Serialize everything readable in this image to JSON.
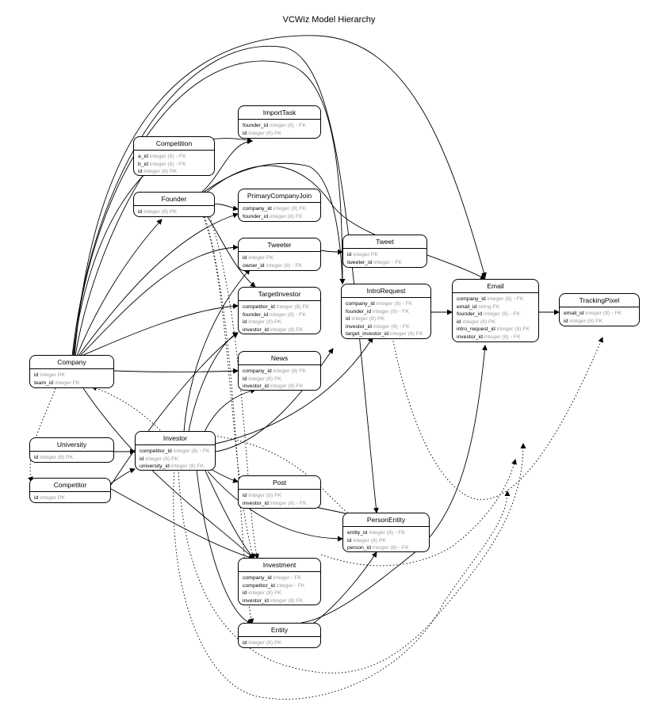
{
  "title": "VCWiz Model Hierarchy",
  "entities": [
    {
      "key": "importtask",
      "name": "ImportTask",
      "fields": [
        {
          "n": "founder_id",
          "t": "integer (8) ◦ FK"
        },
        {
          "n": "id",
          "t": "integer (8) PK"
        }
      ]
    },
    {
      "key": "competition",
      "name": "Competition",
      "fields": [
        {
          "n": "a_id",
          "t": "integer (8) ◦ FK"
        },
        {
          "n": "b_id",
          "t": "integer (8) ◦ FK"
        },
        {
          "n": "id",
          "t": "integer (8) PK"
        }
      ]
    },
    {
      "key": "founder",
      "name": "Founder",
      "fields": [
        {
          "n": "id",
          "t": "integer (8) PK"
        }
      ]
    },
    {
      "key": "primarycompanyjoin",
      "name": "PrimaryCompanyJoin",
      "fields": [
        {
          "n": "company_id",
          "t": "integer (8) FK"
        },
        {
          "n": "founder_id",
          "t": "integer (8) FK"
        }
      ]
    },
    {
      "key": "tweeter",
      "name": "Tweeter",
      "fields": [
        {
          "n": "id",
          "t": "integer PK"
        },
        {
          "n": "owner_id",
          "t": "integer (8) ◦ FK"
        }
      ]
    },
    {
      "key": "tweet",
      "name": "Tweet",
      "fields": [
        {
          "n": "id",
          "t": "integer PK"
        },
        {
          "n": "tweeter_id",
          "t": "integer ◦ FK"
        }
      ]
    },
    {
      "key": "targetinvestor",
      "name": "TargetInvestor",
      "fields": [
        {
          "n": "competitor_id",
          "t": "integer (8) FK"
        },
        {
          "n": "founder_id",
          "t": "integer (8) ◦ FK"
        },
        {
          "n": "id",
          "t": "integer (8) PK"
        },
        {
          "n": "investor_id",
          "t": "integer (8) FK"
        }
      ]
    },
    {
      "key": "introrequest",
      "name": "IntroRequest",
      "fields": [
        {
          "n": "company_id",
          "t": "integer (8) ◦ FK"
        },
        {
          "n": "founder_id",
          "t": "integer (8) ◦ FK"
        },
        {
          "n": "id",
          "t": "integer (8) PK"
        },
        {
          "n": "investor_id",
          "t": "integer (8) ◦ FK"
        },
        {
          "n": "target_investor_id",
          "t": "integer (8) FK"
        }
      ]
    },
    {
      "key": "email",
      "name": "Email",
      "fields": [
        {
          "n": "company_id",
          "t": "integer (8) ◦ FK"
        },
        {
          "n": "email_id",
          "t": "string FK"
        },
        {
          "n": "founder_id",
          "t": "integer (8) ◦ FK"
        },
        {
          "n": "id",
          "t": "integer (8) PK"
        },
        {
          "n": "intro_request_id",
          "t": "integer (8) FK"
        },
        {
          "n": "investor_id",
          "t": "integer (8) ◦ FK"
        }
      ]
    },
    {
      "key": "trackingpixel",
      "name": "TrackingPixel",
      "fields": [
        {
          "n": "email_id",
          "t": "integer (8) ◦ FK"
        },
        {
          "n": "id",
          "t": "integer (8) PK"
        }
      ]
    },
    {
      "key": "company",
      "name": "Company",
      "fields": [
        {
          "n": "id",
          "t": "integer PK"
        },
        {
          "n": "team_id",
          "t": "integer FK"
        }
      ]
    },
    {
      "key": "news",
      "name": "News",
      "fields": [
        {
          "n": "company_id",
          "t": "integer (8) FK"
        },
        {
          "n": "id",
          "t": "integer (8) PK"
        },
        {
          "n": "investor_id",
          "t": "integer (8) FK"
        }
      ]
    },
    {
      "key": "university",
      "name": "University",
      "fields": [
        {
          "n": "id",
          "t": "integer (8) PK"
        }
      ]
    },
    {
      "key": "investor",
      "name": "Investor",
      "fields": [
        {
          "n": "competitor_id",
          "t": "integer (8) ◦ FK"
        },
        {
          "n": "id",
          "t": "integer (8) PK"
        },
        {
          "n": "university_id",
          "t": "integer (8) FK"
        }
      ]
    },
    {
      "key": "competitor",
      "name": "Competitor",
      "fields": [
        {
          "n": "id",
          "t": "integer PK"
        }
      ]
    },
    {
      "key": "post",
      "name": "Post",
      "fields": [
        {
          "n": "id",
          "t": "integer (8) PK"
        },
        {
          "n": "investor_id",
          "t": "integer (8) ◦ FK"
        }
      ]
    },
    {
      "key": "personentity",
      "name": "PersonEntity",
      "fields": [
        {
          "n": "entity_id",
          "t": "integer (8) ◦ FK"
        },
        {
          "n": "id",
          "t": "integer (8) PK"
        },
        {
          "n": "person_id",
          "t": "integer (8) ◦ FK"
        }
      ]
    },
    {
      "key": "investment",
      "name": "Investment",
      "fields": [
        {
          "n": "company_id",
          "t": "integer ◦ FK"
        },
        {
          "n": "competitor_id",
          "t": "integer ◦ FK"
        },
        {
          "n": "id",
          "t": "integer (8) PK"
        },
        {
          "n": "investor_id",
          "t": "integer (8) FK"
        }
      ]
    },
    {
      "key": "entity",
      "name": "Entity",
      "fields": [
        {
          "n": "id",
          "t": "integer (8) PK"
        }
      ]
    }
  ]
}
